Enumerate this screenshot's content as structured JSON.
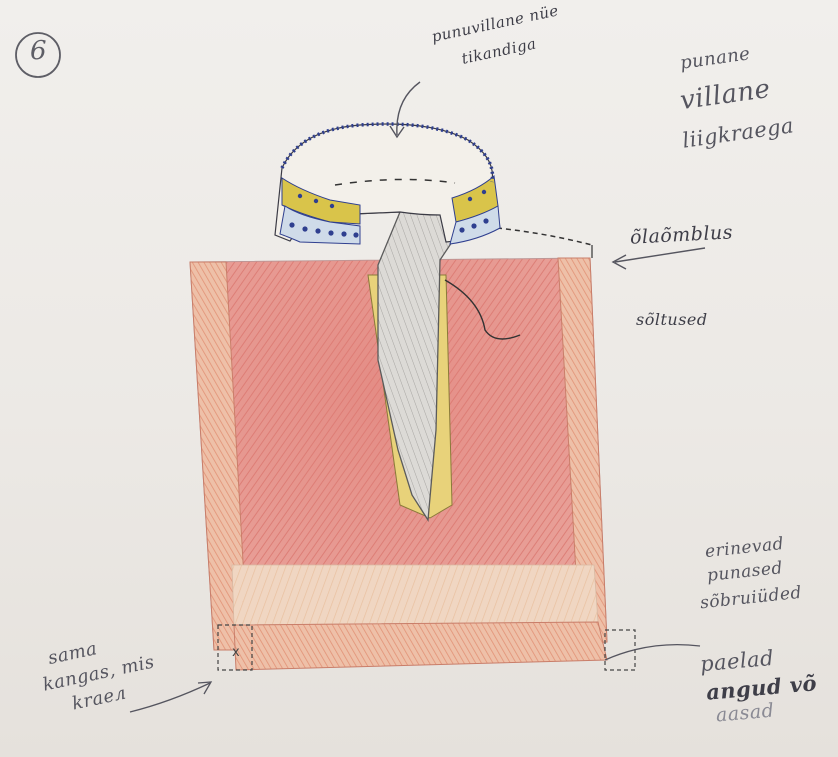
{
  "sketch": {
    "number": "6",
    "annotations": {
      "collar_edge": [
        "punuvillane nüe",
        "tikandiga"
      ],
      "top_right": [
        "punane",
        "villane",
        "liigkraega"
      ],
      "shoulder": "õlaõmblus",
      "placket": "sõltused",
      "stripes": [
        "erinevad",
        "punased",
        "sõbruiüded"
      ],
      "bottom_left": [
        "sama",
        "kangas, mis",
        "kraeл"
      ],
      "bottom_right": [
        "paelad",
        "angud võ",
        "aasad"
      ]
    },
    "colors": {
      "paper": "#eceae6",
      "body_red": "#e58e86",
      "border_orange": "#e7a68a",
      "collar_blue": "#2f3f8f",
      "collar_yellow": "#d9c44a",
      "placket_yellow": "#e8d27a",
      "pencil": "#55555f"
    }
  }
}
